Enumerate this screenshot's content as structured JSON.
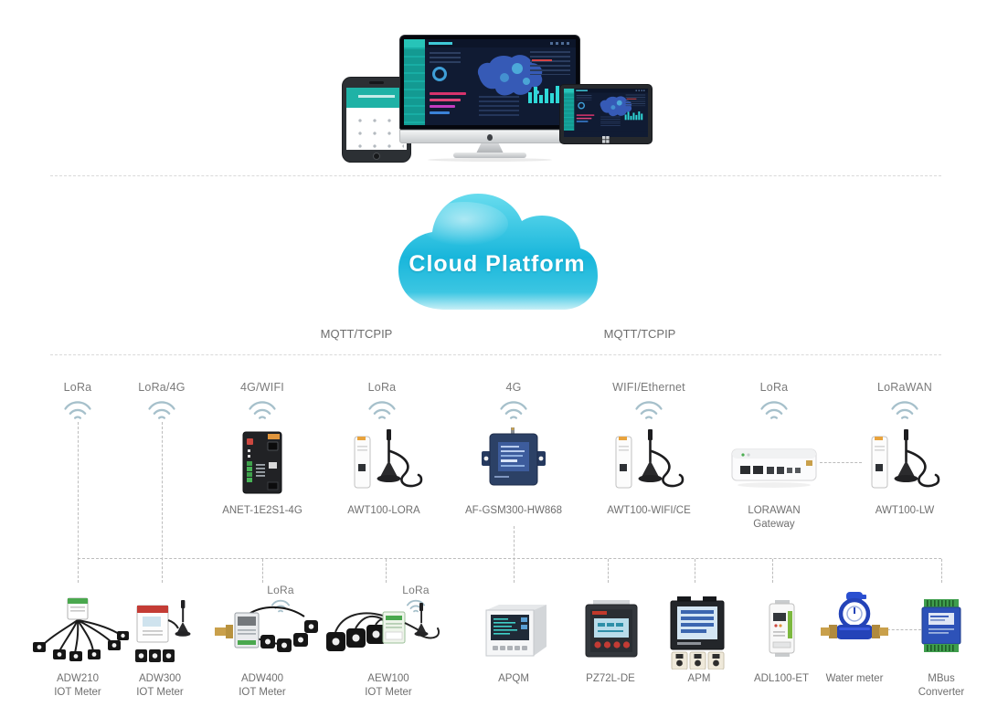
{
  "cloud": {
    "label": "Cloud Platform"
  },
  "protocol_links": {
    "left": "MQTT/TCPIP",
    "right": "MQTT/TCPIP"
  },
  "uplinks": [
    {
      "label": "LoRa"
    },
    {
      "label": "LoRa/4G"
    },
    {
      "label": "4G/WIFI"
    },
    {
      "label": "LoRa"
    },
    {
      "label": "4G"
    },
    {
      "label": "WIFI/Ethernet"
    },
    {
      "label": "LoRa"
    },
    {
      "label": "LoRaWAN"
    }
  ],
  "gateways": [
    {
      "label": "ANET-1E2S1-4G"
    },
    {
      "label": "AWT100-LORA"
    },
    {
      "label": "AF-GSM300-HW868"
    },
    {
      "label": "AWT100-WIFI/CE"
    },
    {
      "label": "LORAWAN",
      "label2": "Gateway"
    },
    {
      "label": "AWT100-LW"
    }
  ],
  "field_wireless": [
    {
      "label": "LoRa"
    },
    {
      "label": "LoRa"
    }
  ],
  "meters": [
    {
      "label": "ADW210",
      "label2": "IOT Meter"
    },
    {
      "label": "ADW300",
      "label2": "IOT Meter"
    },
    {
      "label": "ADW400",
      "label2": "IOT Meter"
    },
    {
      "label": "AEW100",
      "label2": "IOT Meter"
    },
    {
      "label": "APQM"
    },
    {
      "label": "PZ72L-DE"
    },
    {
      "label": "APM"
    },
    {
      "label": "ADL100-ET"
    },
    {
      "label": "Water meter"
    },
    {
      "label": "MBus",
      "label2": "Converter"
    }
  ],
  "icons": {
    "wifi": "wifi-signal-icon",
    "apple": "apple-logo",
    "windows": "windows-logo",
    "cloud": "cloud-shape"
  },
  "colors": {
    "cloud_top": "#68dcee",
    "cloud_bottom": "#12b2d8",
    "dashboard_teal": "#1db3a9",
    "dashboard_bg": "#121d33",
    "wifi_icon": "#a6c0cb",
    "dashed_line": "#bfbfbf",
    "label_text": "#6f6f6f"
  }
}
